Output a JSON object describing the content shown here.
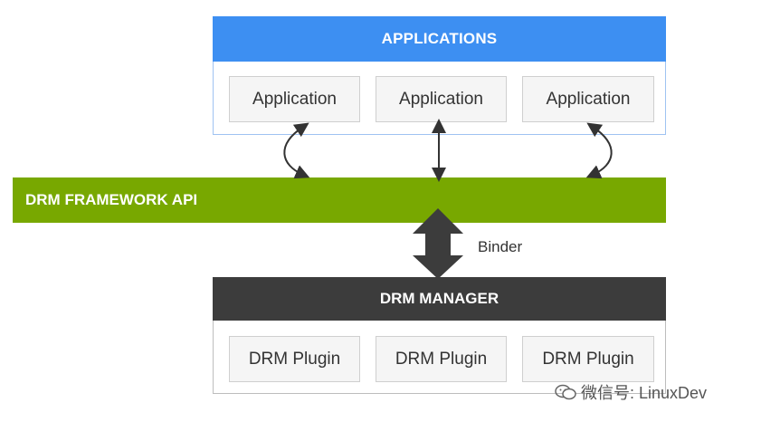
{
  "applications": {
    "header": "APPLICATIONS",
    "items": [
      "Application",
      "Application",
      "Application"
    ]
  },
  "framework": {
    "label": "DRM FRAMEWORK API"
  },
  "binder": {
    "label": "Binder"
  },
  "manager": {
    "header": "DRM MANAGER",
    "plugins": [
      "DRM Plugin",
      "DRM Plugin",
      "DRM Plugin"
    ]
  },
  "watermark": {
    "text": "微信号: LinuxDev"
  },
  "colors": {
    "applications_header": "#3d8ff2",
    "framework_bar": "#78a800",
    "manager_header": "#3c3c3c",
    "connector": "#333333"
  }
}
